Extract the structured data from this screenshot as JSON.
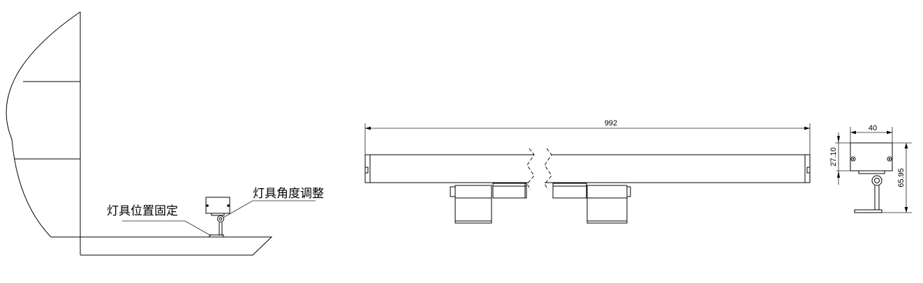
{
  "installation_view": {
    "label_position_fixed": "灯具位置固定",
    "label_angle_adjust": "灯具角度调整"
  },
  "front_view": {
    "length_dimension": "992"
  },
  "side_view": {
    "width_dimension": "40",
    "body_height_dimension": "27.10",
    "total_height_dimension": "65.95"
  },
  "colors": {
    "line": "#000000",
    "background": "#ffffff"
  }
}
